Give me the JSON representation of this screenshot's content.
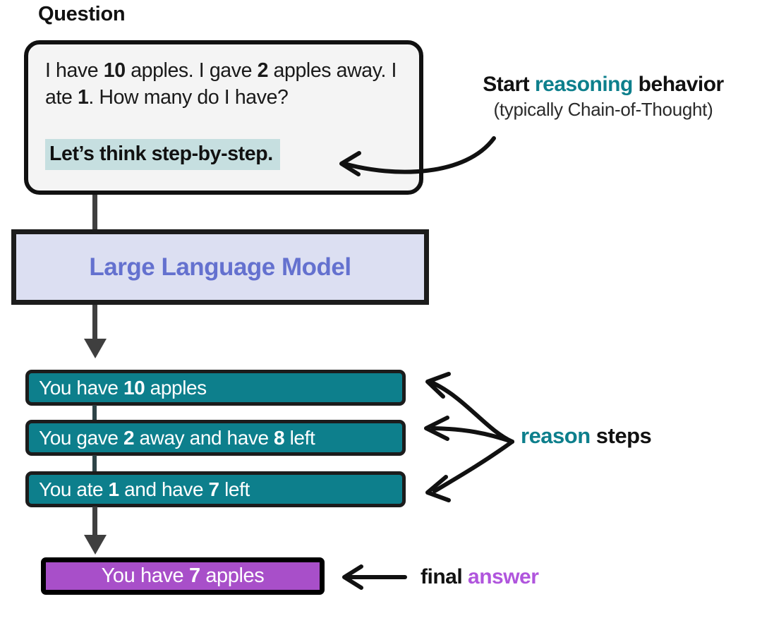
{
  "diagram": {
    "title_label": "Question",
    "question_card": {
      "body_segments": [
        {
          "text": "I have ",
          "bold": false
        },
        {
          "text": "10",
          "bold": true
        },
        {
          "text": " apples. I gave ",
          "bold": false
        },
        {
          "text": "2",
          "bold": true
        },
        {
          "text": " apples away. I ate ",
          "bold": false
        },
        {
          "text": "1",
          "bold": true
        },
        {
          "text": ". How many do I have?",
          "bold": false
        }
      ],
      "body_plain": "I have 10 apples. I gave 2 apples away. I ate 1. How many do I have?",
      "cot_prompt": "Let’s think step-by-step.",
      "background_color": "#f4f4f4",
      "highlight_color": "#c6dfe0",
      "border_color": "#111111"
    },
    "model_box": {
      "label": "Large Language Model",
      "fill_color": "#dcdff2",
      "text_color": "#6471cf",
      "border_color": "#1c1c1c"
    },
    "reason_steps": [
      {
        "segments": [
          {
            "text": "You have ",
            "bold": false
          },
          {
            "text": "10",
            "bold": true
          },
          {
            "text": " apples",
            "bold": false
          }
        ],
        "plain": "You have 10 apples"
      },
      {
        "segments": [
          {
            "text": "You gave ",
            "bold": false
          },
          {
            "text": "2",
            "bold": true
          },
          {
            "text": " away and have ",
            "bold": false
          },
          {
            "text": "8",
            "bold": true
          },
          {
            "text": " left",
            "bold": false
          }
        ],
        "plain": "You gave 2 away and have 8 left"
      },
      {
        "segments": [
          {
            "text": "You ate ",
            "bold": false
          },
          {
            "text": "1",
            "bold": true
          },
          {
            "text": " and have ",
            "bold": false
          },
          {
            "text": "7",
            "bold": true
          },
          {
            "text": " left",
            "bold": false
          }
        ],
        "plain": "You ate 1 and have 7 left"
      }
    ],
    "reason_step_color": "#0d7f8c",
    "final_answer": {
      "segments": [
        {
          "text": "You have ",
          "bold": false
        },
        {
          "text": "7",
          "bold": true
        },
        {
          "text": " apples",
          "bold": false
        }
      ],
      "plain": "You have 7 apples",
      "fill_color": "#a84fc9",
      "border_color": "#000000"
    },
    "annotations": {
      "start_behavior": {
        "line1_prefix": "Start ",
        "line1_keyword": "reasoning",
        "line1_suffix": " behavior",
        "line1_plain": "Start reasoning behavior",
        "line2": "(typically Chain-of-Thought)",
        "keyword_color": "#0d7f8c"
      },
      "reason_steps": {
        "keyword": "reason",
        "suffix": " steps",
        "plain": "reason steps",
        "keyword_color": "#0d7f8c"
      },
      "final_answer": {
        "prefix": "final ",
        "keyword": "answer",
        "plain": "final answer",
        "keyword_color": "#b055dd"
      }
    },
    "connector_color": "#3f3f3f",
    "arrow_color": "#111111"
  }
}
